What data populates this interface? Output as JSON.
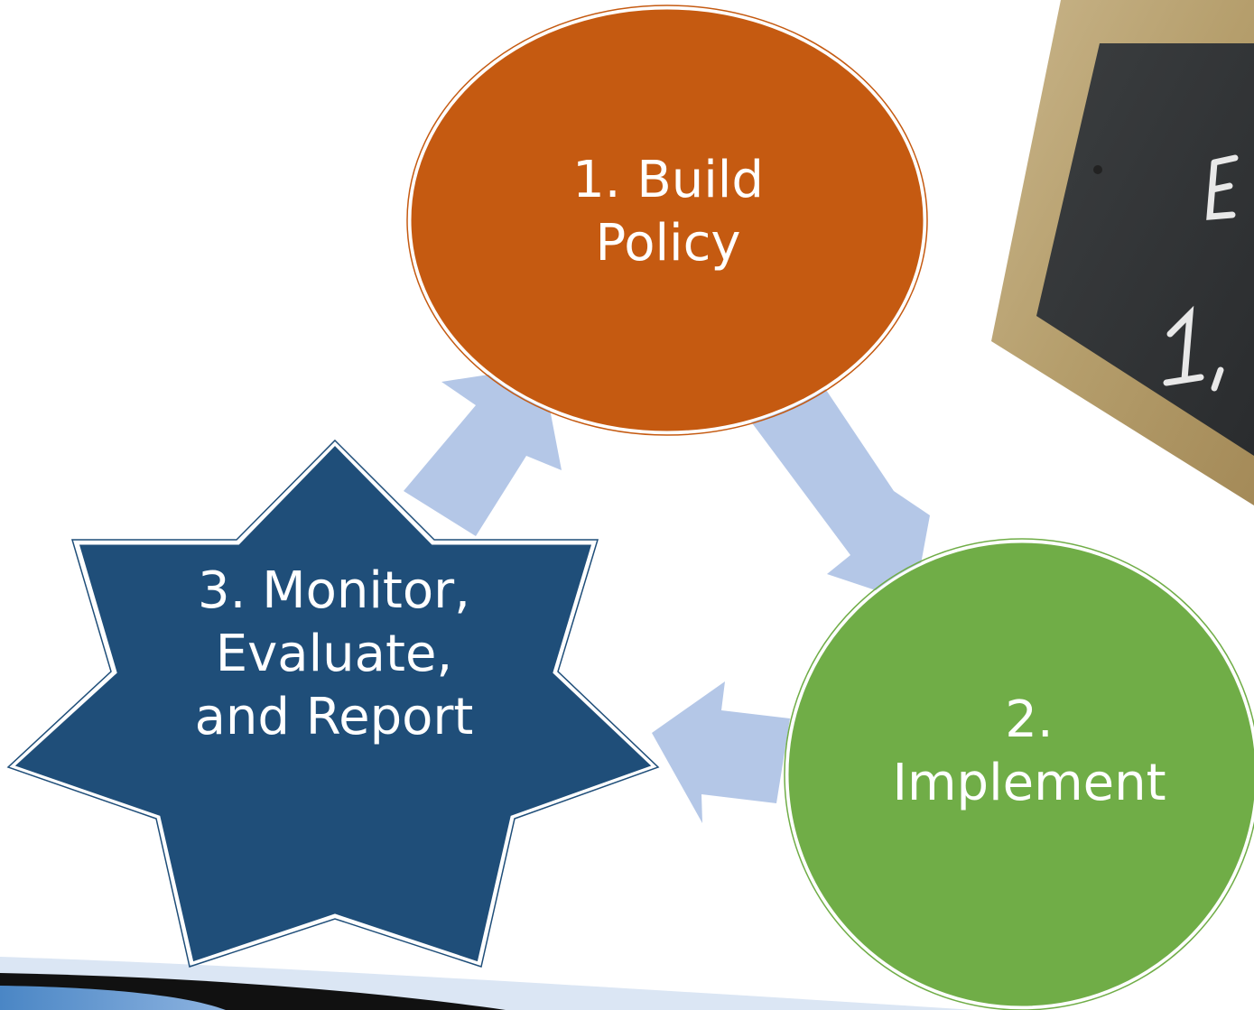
{
  "diagram": {
    "steps": [
      {
        "id": "step1",
        "lines": [
          "1. Build",
          "Policy"
        ],
        "color": "#c55a11",
        "shape": "ellipse"
      },
      {
        "id": "step2",
        "lines": [
          "2.",
          "Implement"
        ],
        "color": "#70ad47",
        "shape": "ellipse"
      },
      {
        "id": "step3",
        "lines": [
          "3. Monitor,",
          "Evaluate,",
          "and Report"
        ],
        "color": "#1f4e79",
        "shape": "star"
      }
    ],
    "arrow_color": "#b4c7e7",
    "flow": [
      "step1 -> step2",
      "step2 -> step3",
      "step3 -> step1"
    ]
  },
  "decorations": {
    "chalkboard_icon": "chalkboard-image",
    "bottom_swoosh": "blue-black-swoosh"
  }
}
